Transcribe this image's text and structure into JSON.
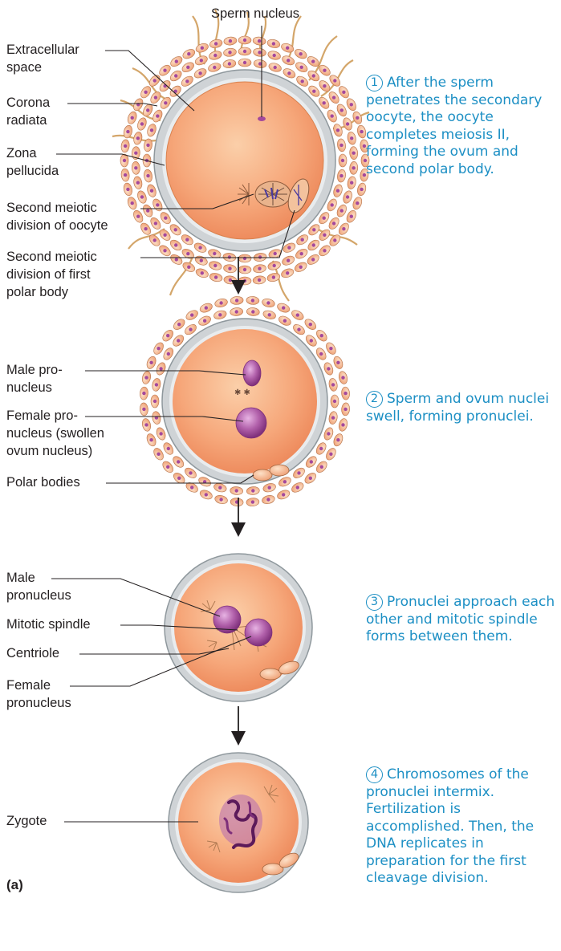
{
  "figure": {
    "panel_label": "(a)",
    "stage1": {
      "labels": {
        "sperm_nucleus": "Sperm nucleus",
        "extracellular_1": "Extracellular",
        "extracellular_2": "space",
        "corona_1": "Corona",
        "corona_2": "radiata",
        "zona_1": "Zona",
        "zona_2": "pellucida",
        "smd_oocyte_1": "Second meiotic",
        "smd_oocyte_2": "division of oocyte",
        "smd_polar_1": "Second meiotic",
        "smd_polar_2": "division of first",
        "smd_polar_3": "polar body"
      },
      "step_number": "1",
      "step_text": "After the sperm penetrates the secondary oocyte, the oocyte completes meiosis II, forming the ovum and second polar body."
    },
    "stage2": {
      "labels": {
        "male_1": "Male pro-",
        "male_2": "nucleus",
        "female_1": "Female pro-",
        "female_2": "nucleus (swollen",
        "female_3": "ovum nucleus)",
        "polar": "Polar bodies"
      },
      "step_number": "2",
      "step_text": "Sperm and ovum nuclei swell, forming pronuclei."
    },
    "stage3": {
      "labels": {
        "male_1": "Male",
        "male_2": "pronucleus",
        "spindle": "Mitotic spindle",
        "centriole": "Centriole",
        "female_1": "Female",
        "female_2": "pronucleus"
      },
      "step_number": "3",
      "step_text": "Pronuclei approach each other and mitotic spindle forms between them."
    },
    "stage4": {
      "labels": {
        "zygote": "Zygote"
      },
      "step_number": "4",
      "step_text": "Chromosomes of the pronuclei intermix. Fertilization is accomplished. Then, the DNA replicates in preparation for the first cleavage division."
    },
    "colors": {
      "caption_blue": "#1c8fc4",
      "cytoplasm": "#f6a77a",
      "zona": "#cfd3d6",
      "corona_cell": "#f2b48c",
      "nucleus_purple": "#a4489c",
      "sperm_tail": "#d4a66a"
    }
  }
}
